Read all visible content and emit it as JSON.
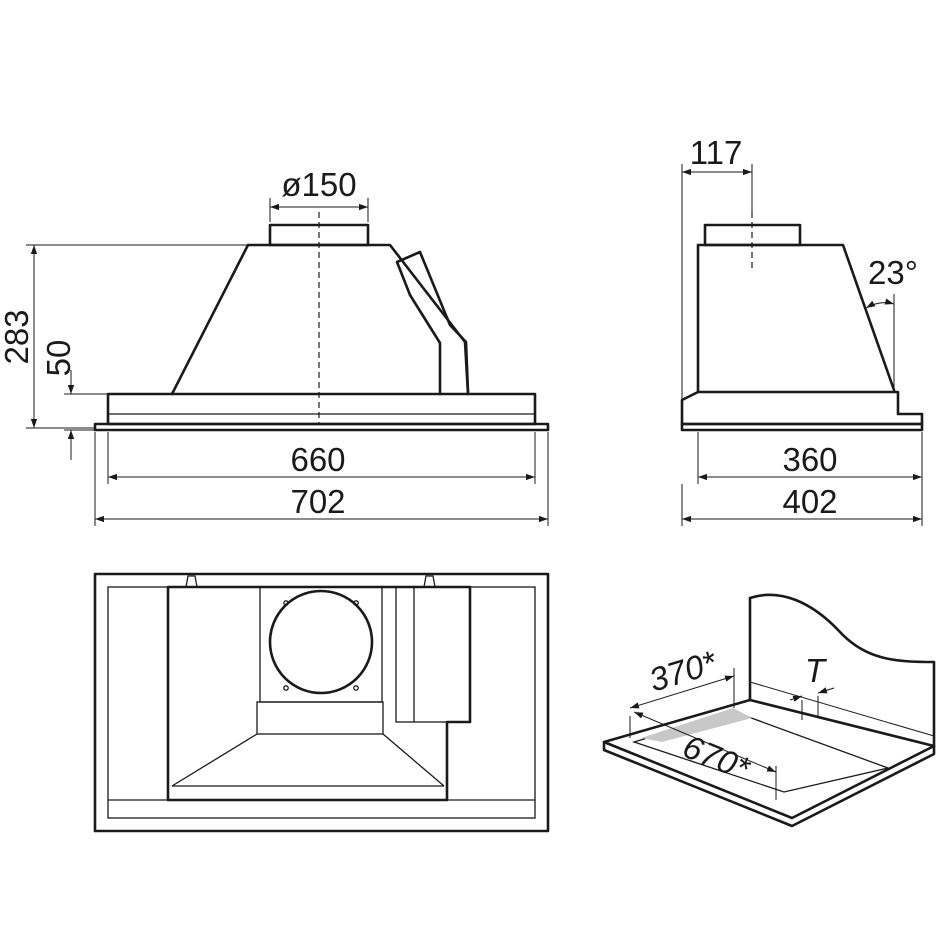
{
  "front_view": {
    "duct_diameter": "ø150",
    "height_total": "283",
    "height_frame": "50",
    "width_inner": "660",
    "width_outer": "702"
  },
  "side_view": {
    "duct_offset": "117",
    "angle": "23°",
    "depth_inner": "360",
    "depth_outer": "402"
  },
  "cutout_view": {
    "cutout_depth": "370*",
    "cutout_width": "670*",
    "thickness": "T"
  },
  "colors": {
    "line": "#1a1a1a",
    "background": "#ffffff",
    "cutout_fill": "#c8c8c8"
  }
}
